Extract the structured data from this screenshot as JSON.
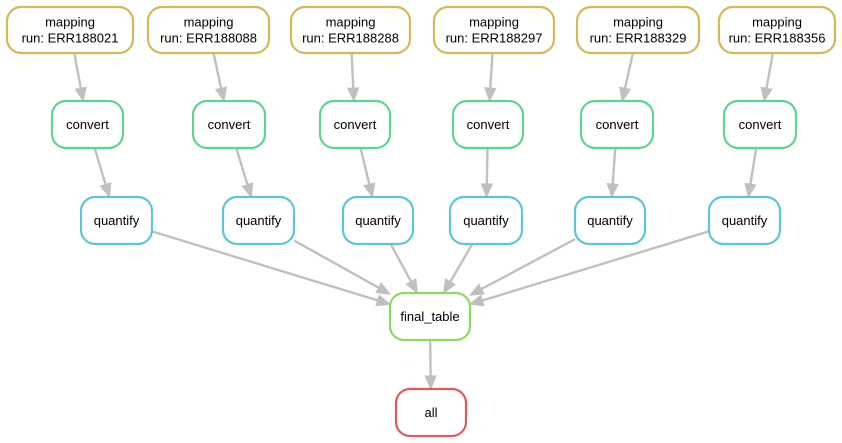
{
  "diagram": {
    "nodes": [
      {
        "id": "m0",
        "rule": "mapping",
        "lines": [
          "mapping",
          "run: ERR188021"
        ]
      },
      {
        "id": "m1",
        "rule": "mapping",
        "lines": [
          "mapping",
          "run: ERR188088"
        ]
      },
      {
        "id": "m2",
        "rule": "mapping",
        "lines": [
          "mapping",
          "run: ERR188288"
        ]
      },
      {
        "id": "m3",
        "rule": "mapping",
        "lines": [
          "mapping",
          "run: ERR188297"
        ]
      },
      {
        "id": "m4",
        "rule": "mapping",
        "lines": [
          "mapping",
          "run: ERR188329"
        ]
      },
      {
        "id": "m5",
        "rule": "mapping",
        "lines": [
          "mapping",
          "run: ERR188356"
        ]
      },
      {
        "id": "c0",
        "rule": "convert",
        "lines": [
          "convert"
        ]
      },
      {
        "id": "c1",
        "rule": "convert",
        "lines": [
          "convert"
        ]
      },
      {
        "id": "c2",
        "rule": "convert",
        "lines": [
          "convert"
        ]
      },
      {
        "id": "c3",
        "rule": "convert",
        "lines": [
          "convert"
        ]
      },
      {
        "id": "c4",
        "rule": "convert",
        "lines": [
          "convert"
        ]
      },
      {
        "id": "c5",
        "rule": "convert",
        "lines": [
          "convert"
        ]
      },
      {
        "id": "q0",
        "rule": "quantify",
        "lines": [
          "quantify"
        ]
      },
      {
        "id": "q1",
        "rule": "quantify",
        "lines": [
          "quantify"
        ]
      },
      {
        "id": "q2",
        "rule": "quantify",
        "lines": [
          "quantify"
        ]
      },
      {
        "id": "q3",
        "rule": "quantify",
        "lines": [
          "quantify"
        ]
      },
      {
        "id": "q4",
        "rule": "quantify",
        "lines": [
          "quantify"
        ]
      },
      {
        "id": "q5",
        "rule": "quantify",
        "lines": [
          "quantify"
        ]
      },
      {
        "id": "ft",
        "rule": "final_table",
        "lines": [
          "final_table"
        ]
      },
      {
        "id": "all",
        "rule": "all",
        "lines": [
          "all"
        ]
      }
    ],
    "edges": [
      [
        "m0",
        "c0"
      ],
      [
        "m1",
        "c1"
      ],
      [
        "m2",
        "c2"
      ],
      [
        "m3",
        "c3"
      ],
      [
        "m4",
        "c4"
      ],
      [
        "m5",
        "c5"
      ],
      [
        "c0",
        "q0"
      ],
      [
        "c1",
        "q1"
      ],
      [
        "c2",
        "q2"
      ],
      [
        "c3",
        "q3"
      ],
      [
        "c4",
        "q4"
      ],
      [
        "c5",
        "q5"
      ],
      [
        "q0",
        "ft"
      ],
      [
        "q1",
        "ft"
      ],
      [
        "q2",
        "ft"
      ],
      [
        "q3",
        "ft"
      ],
      [
        "q4",
        "ft"
      ],
      [
        "q5",
        "ft"
      ],
      [
        "ft",
        "all"
      ]
    ],
    "colors": {
      "mapping": "#d4b85a",
      "convert": "#5fd48e",
      "quantify": "#5fc4d4",
      "final_table": "#8fd95f",
      "all": "#d95f5f",
      "edge": "#c0c0c0"
    }
  }
}
